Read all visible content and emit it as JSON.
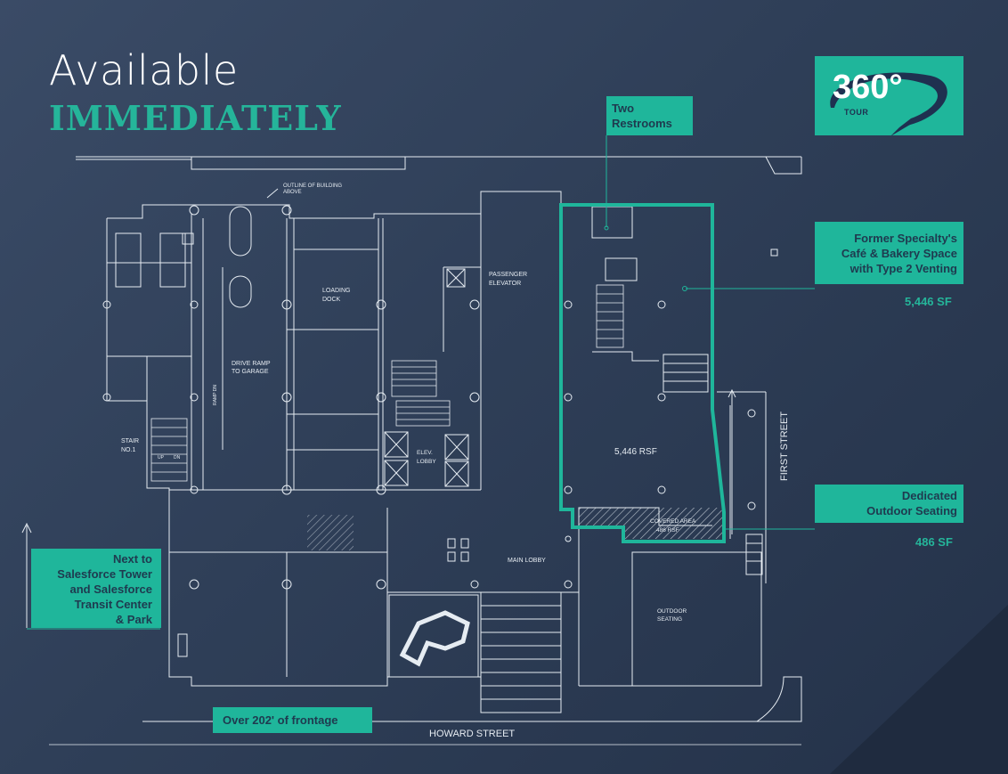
{
  "headline": {
    "line1": "Available",
    "line2": "IMMEDIATELY"
  },
  "tour_badge": {
    "number": "360°",
    "label": "TOUR"
  },
  "callouts": {
    "restrooms": [
      "Two",
      "Restrooms"
    ],
    "cafe": [
      "Former Specialty's",
      "Café & Bakery Space",
      "with Type 2 Venting"
    ],
    "cafe_area": "5,446 SF",
    "outdoor": [
      "Dedicated",
      "Outdoor Seating"
    ],
    "outdoor_area": "486 SF",
    "salesforce": [
      "Next to",
      "Salesforce Tower",
      "and Salesforce",
      "Transit Center",
      "& Park"
    ],
    "frontage": "Over 202' of frontage"
  },
  "plan_labels": {
    "outline_building_1": "OUTLINE OF BUILDING",
    "outline_building_2": "ABOVE",
    "loading_dock_1": "LOADING",
    "loading_dock_2": "DOCK",
    "passenger_elevator_1": "PASSENGER",
    "passenger_elevator_2": "ELEVATOR",
    "drive_ramp_1": "DRIVE RAMP",
    "drive_ramp_2": "TO GARAGE",
    "ramp_dn": "RAMP DN",
    "stair_1": "STAIR",
    "stair_2": "NO.1",
    "elev_lobby_1": "ELEV.",
    "elev_lobby_2": "LOBBY",
    "rsf": "5,446  RSF",
    "covered_area_1": "COVERED AREA",
    "covered_area_2": "486 RSF",
    "main_lobby": "MAIN LOBBY",
    "outdoor_seating_1": "OUTDOOR",
    "outdoor_seating_2": "SEATING",
    "first_street": "FIRST STREET",
    "howard_street": "HOWARD STREET",
    "up": "UP",
    "dn": "DN"
  },
  "colors": {
    "accent": "#1fb69b",
    "background": "#33445e",
    "line": "#e6ecf2"
  }
}
